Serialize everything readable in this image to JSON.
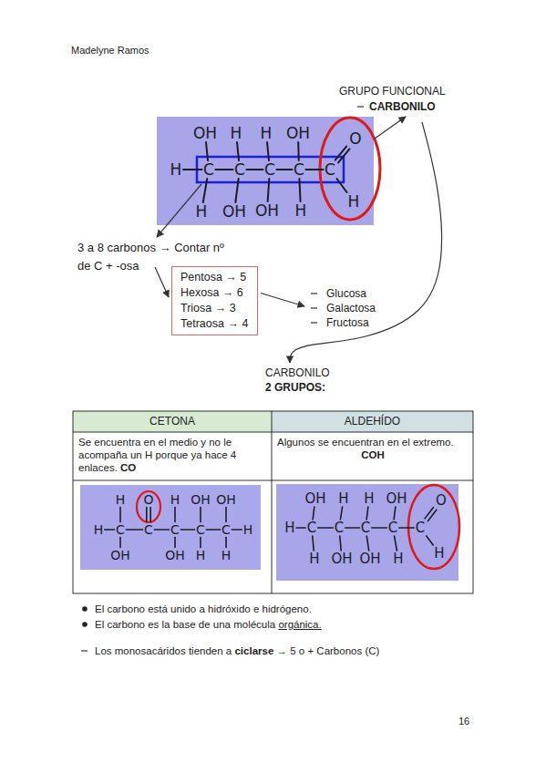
{
  "diagram": {
    "nodes": [
      {
        "text": [
          "OH",
          "H",
          "H",
          "OH",
          "O",
          "H",
          "C",
          "C",
          "C",
          "C",
          "C",
          "H",
          "OH",
          "OH",
          "H",
          "H"
        ]
      },
      {
        "text": [
          "Pentosa → 5",
          "Hexosa → 6",
          "Triosa → 3",
          "Tetraosa → 4"
        ]
      },
      {
        "text": [
          "H",
          "O",
          "H",
          "OH",
          "OH",
          "H",
          "C",
          "C",
          "C",
          "C",
          "C",
          "H",
          "OH",
          "OH",
          "H",
          "H"
        ]
      },
      {
        "text": [
          "OH",
          "H",
          "H",
          "OH",
          "O",
          "H",
          "C",
          "C",
          "C",
          "C",
          "C",
          "H",
          "OH",
          "OH",
          "H",
          "H"
        ]
      }
    ],
    "labels": [
      "Madelyne Ramos",
      "GRUPO FUNCIONAL",
      "CARBONILO",
      "3 a 8 carbonos → Contar nº de C + -osa",
      "Glucosa",
      "Galactosa",
      "Fructosa",
      "CARBONILO",
      "2 GRUPOS:",
      "CETONA",
      "ALDEHÍDO",
      "Se encuentra en el medio y no le acompaña un H porque ya hace 4 enlaces.",
      "CO",
      "Algunos se encuentran en el extremo.",
      "COH",
      "El carbono está unido a hidróxido e hidrógeno.",
      "El carbono es la base de una molécula",
      "orgánica.",
      "Los monosacáridos tienden a",
      "ciclarse",
      "→ 5 o + Carbonos (C)",
      "16"
    ]
  }
}
